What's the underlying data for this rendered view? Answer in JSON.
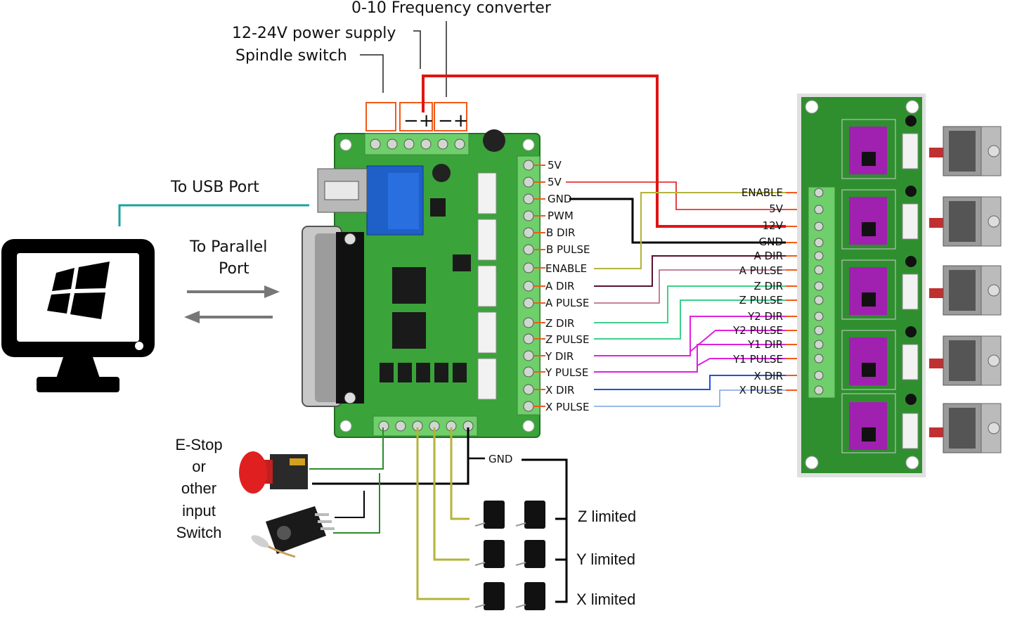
{
  "top_labels": {
    "frequency_converter": "0-10 Frequency converter",
    "power_supply": "12-24V power supply",
    "spindle_switch": "Spindle switch",
    "polarity_1": "−+",
    "polarity_2": "−+"
  },
  "pc_labels": {
    "usb": "To USB Port",
    "parallel_line1": "To Parallel",
    "parallel_line2": "Port"
  },
  "board_pins": [
    "5V",
    "5V",
    "GND",
    "PWM",
    "B DIR",
    "B PULSE",
    "ENABLE",
    "A DIR",
    "A PULSE",
    "Z DIR",
    "Z PULSE",
    "Y DIR",
    "Y PULSE",
    "X DIR",
    "X PULSE"
  ],
  "driver_pins": [
    "ENABLE",
    "5V",
    "12V",
    "GND",
    "A DIR",
    "A PULSE",
    "Z DIR",
    "Z PULSE",
    "Y2 DIR",
    "Y2 PULSE",
    "Y1 DIR",
    "Y1 PULSE",
    "X DIR",
    "X PULSE"
  ],
  "input_labels": {
    "estop_lines": [
      "E-Stop",
      "or",
      "other",
      "input",
      "Switch"
    ],
    "gnd": "GND",
    "z_limit": "Z limited",
    "y_limit": "Y limited",
    "x_limit": "X limited"
  },
  "colors": {
    "board_green": "#3aa33a",
    "terminal_green": "#6fcf6a",
    "driver_board": "#2f8f2f",
    "red_wire": "#e01414",
    "black_wire": "#000000",
    "teal_usb": "#1ba3a0",
    "olive": "#b5b33a",
    "maroon": "#5a1030",
    "rose": "#b05a7a",
    "green_lines": "#3fcf8a",
    "magenta": "#e020e0",
    "blue": "#1a56d6",
    "light_blue": "#7fa0e0",
    "orange": "#f05a1a",
    "dark_green_wire": "#2a8a2a"
  }
}
